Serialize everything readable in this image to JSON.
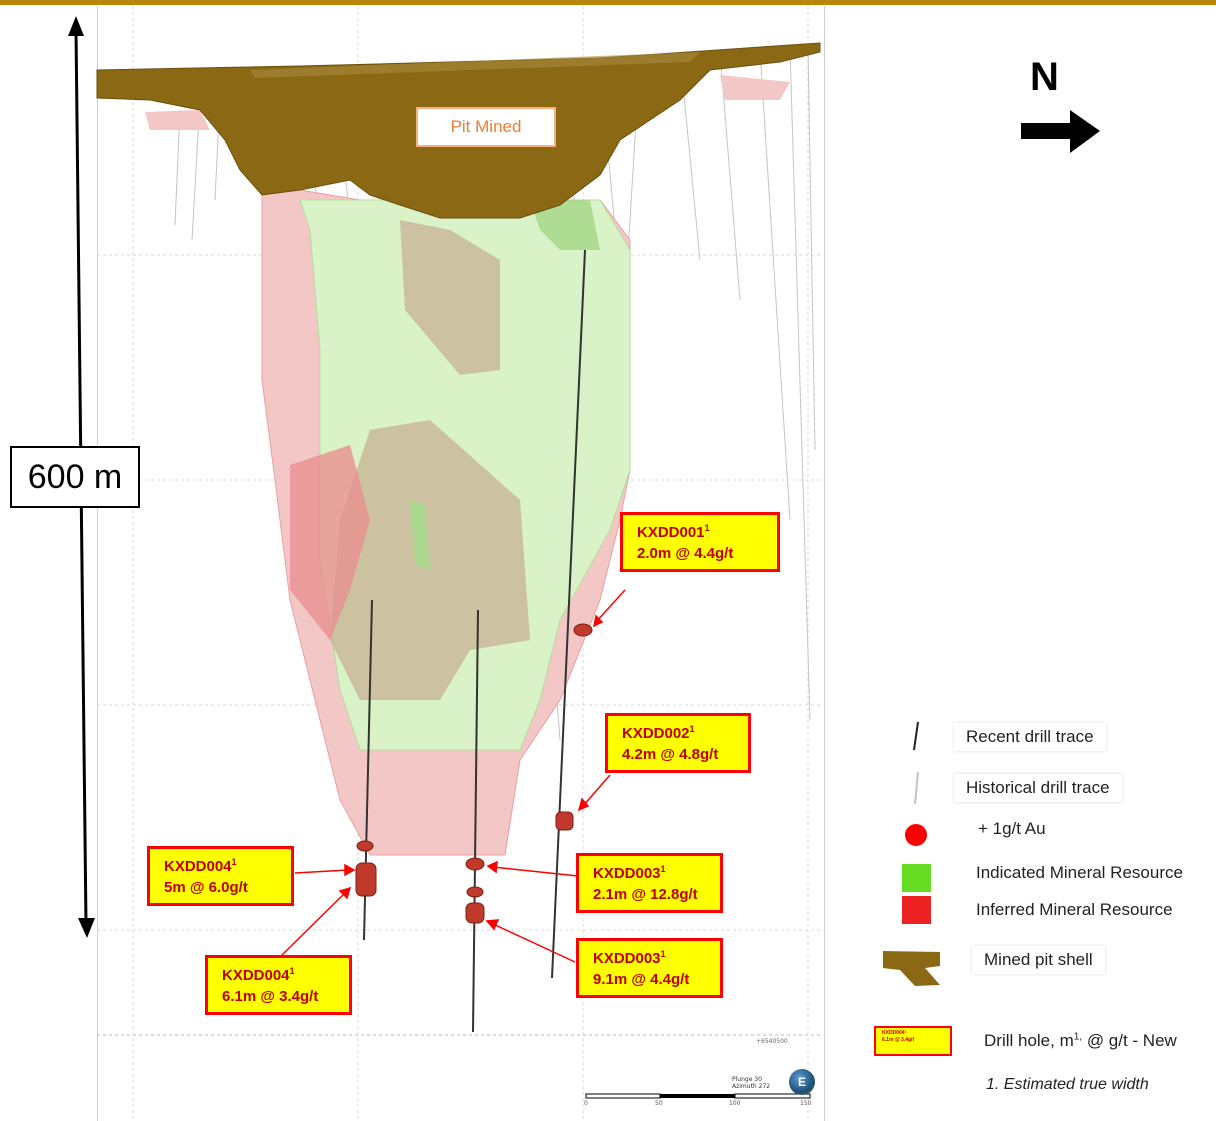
{
  "scale_bar": {
    "label": "600 m"
  },
  "pit": {
    "label": "Pit Mined"
  },
  "north": {
    "label": "N"
  },
  "callouts": [
    {
      "id": "kxdd001",
      "hole": "KXDD001",
      "sup": "1",
      "value": "2.0m @ 4.4g/t"
    },
    {
      "id": "kxdd002",
      "hole": "KXDD002",
      "sup": "1",
      "value": "4.2m @ 4.8g/t"
    },
    {
      "id": "kxdd003a",
      "hole": "KXDD003",
      "sup": "1",
      "value": "2.1m @ 12.8g/t"
    },
    {
      "id": "kxdd003b",
      "hole": "KXDD003",
      "sup": "1",
      "value": "9.1m @ 4.4g/t"
    },
    {
      "id": "kxdd004a",
      "hole": "KXDD004",
      "sup": "1",
      "value": "5m @ 6.0g/t"
    },
    {
      "id": "kxdd004b",
      "hole": "KXDD004",
      "sup": "1",
      "value": "6.1m @ 3.4g/t"
    }
  ],
  "legend": {
    "recent_drill": "Recent drill trace",
    "historical_drill": "Historical drill trace",
    "gold": "+ 1g/t Au",
    "indicated": "Indicated Mineral Resource",
    "inferred": "Inferred Mineral Resource",
    "pit_shell": "Mined pit shell",
    "drill_hole": "Drill hole, m1 @ g/t - New",
    "drill_hole_main": "Drill hole, m",
    "drill_hole_sup": "1,",
    "drill_hole_rest": " @ g/t - New",
    "mini_line1": "KXDD004¹",
    "mini_line2": "6.1m @ 3.4g/t",
    "footnote": "1. Estimated true width"
  },
  "colors": {
    "indicated": "#92d050",
    "inferred": "#ff0000",
    "pit_shell": "#8b6914",
    "callout_fill": "#ffff00",
    "callout_border": "#ff0000",
    "callout_text": "#c00000"
  },
  "ticks": {
    "t0": "0",
    "t50": "50",
    "t100": "100",
    "t150": "150",
    "northing": "+6540500"
  },
  "view": {
    "plunge": "Plunge 30",
    "azimuth": "Azimuth 272",
    "logo": "E"
  }
}
